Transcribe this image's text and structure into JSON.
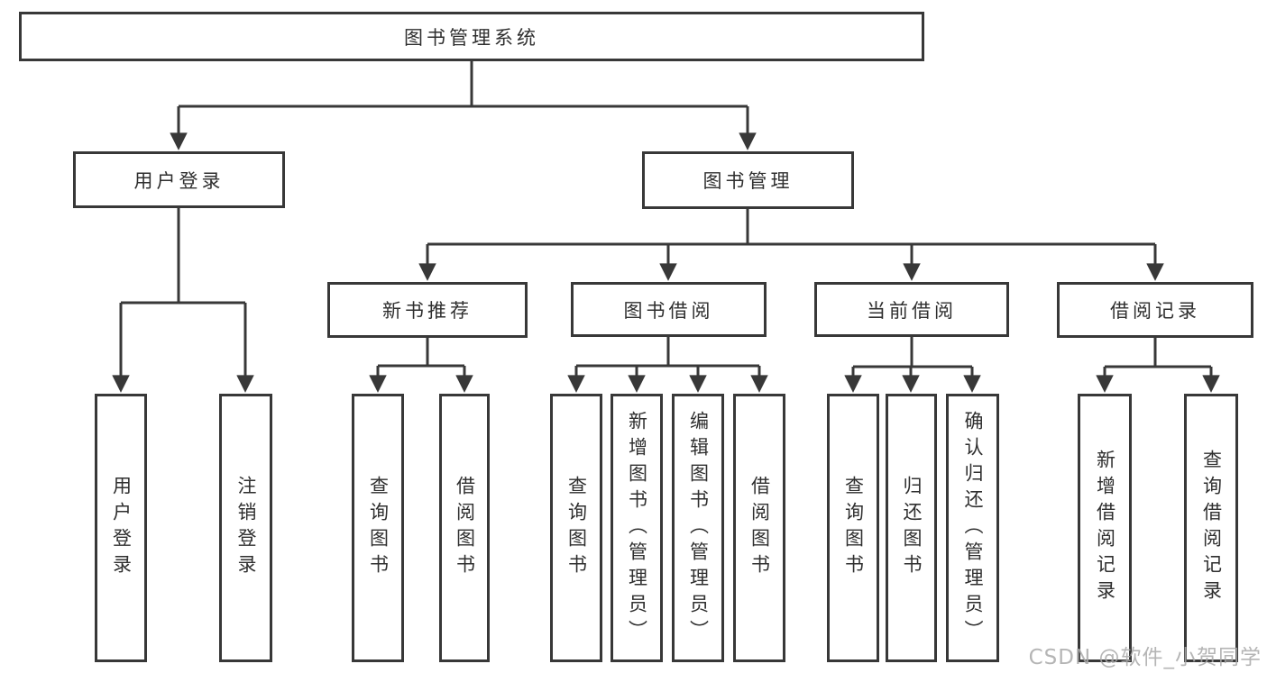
{
  "watermark": {
    "text": "CSDN @软件_小贺同学"
  },
  "colors": {
    "line": "#383838",
    "box_border": "#383838",
    "text": "#2f2f2f",
    "watermark": "#a9a9a9",
    "background": "#ffffff"
  },
  "tree": {
    "root": {
      "label": "图书管理系统",
      "children": [
        {
          "label": "用户登录",
          "children": [
            {
              "label": "用户登录"
            },
            {
              "label": "注销登录"
            }
          ]
        },
        {
          "label": "图书管理",
          "children": [
            {
              "label": "新书推荐",
              "children": [
                {
                  "label": "查询图书"
                },
                {
                  "label": "借阅图书"
                }
              ]
            },
            {
              "label": "图书借阅",
              "children": [
                {
                  "label": "查询图书"
                },
                {
                  "label": "新增图书（管理员）"
                },
                {
                  "label": "编辑图书（管理员）"
                },
                {
                  "label": "借阅图书"
                }
              ]
            },
            {
              "label": "当前借阅",
              "children": [
                {
                  "label": "查询图书"
                },
                {
                  "label": "归还图书"
                },
                {
                  "label": "确认归还（管理员）"
                }
              ]
            },
            {
              "label": "借阅记录",
              "children": [
                {
                  "label": "新增借阅记录"
                },
                {
                  "label": "查询借阅记录"
                }
              ]
            }
          ]
        }
      ]
    }
  }
}
